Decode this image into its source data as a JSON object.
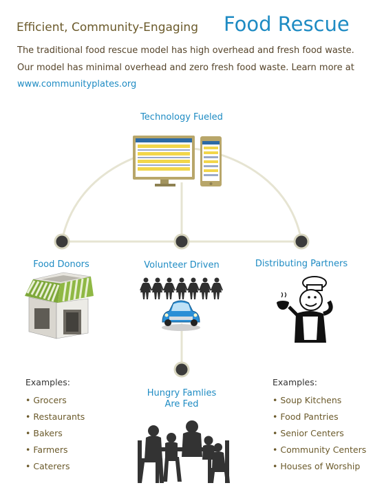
{
  "header": {
    "title_lead": "Efficient, Community-Engaging",
    "title_main": "Food Rescue",
    "intro_line1": "The traditional food rescue model has high overhead and fresh food waste.",
    "intro_line2": "Our model has minimal overhead and zero fresh food waste.  Learn more at",
    "intro_link": "www.communityplates.org"
  },
  "nodes": {
    "technology": "Technology Fueled",
    "donors": "Food Donors",
    "volunteers": "Volunteer Driven",
    "partners": "Distributing Partners",
    "hungry_line1": "Hungry Famlies",
    "hungry_line2": "Are Fed"
  },
  "donor_examples": {
    "heading": "Examples:",
    "items": [
      "Grocers",
      "Restaurants",
      "Bakers",
      "Farmers",
      "Caterers"
    ]
  },
  "partner_examples": {
    "heading": "Examples:",
    "items": [
      "Soup Kitchens",
      "Food Pantries",
      "Senior Centers",
      "Community Centers",
      "Houses of Worship"
    ]
  },
  "colors": {
    "accent_blue": "#1e8bc3",
    "text_brown": "#6b5a2b",
    "line": "#e6e4d2",
    "node_dot": "#3b3b3b",
    "screen_frame": "#b8a66a"
  },
  "icons": [
    "computer-monitor-icon",
    "smartphone-icon",
    "storefront-icon",
    "volunteer-people-icon",
    "car-icon",
    "chef-icon",
    "family-dinner-icon"
  ]
}
